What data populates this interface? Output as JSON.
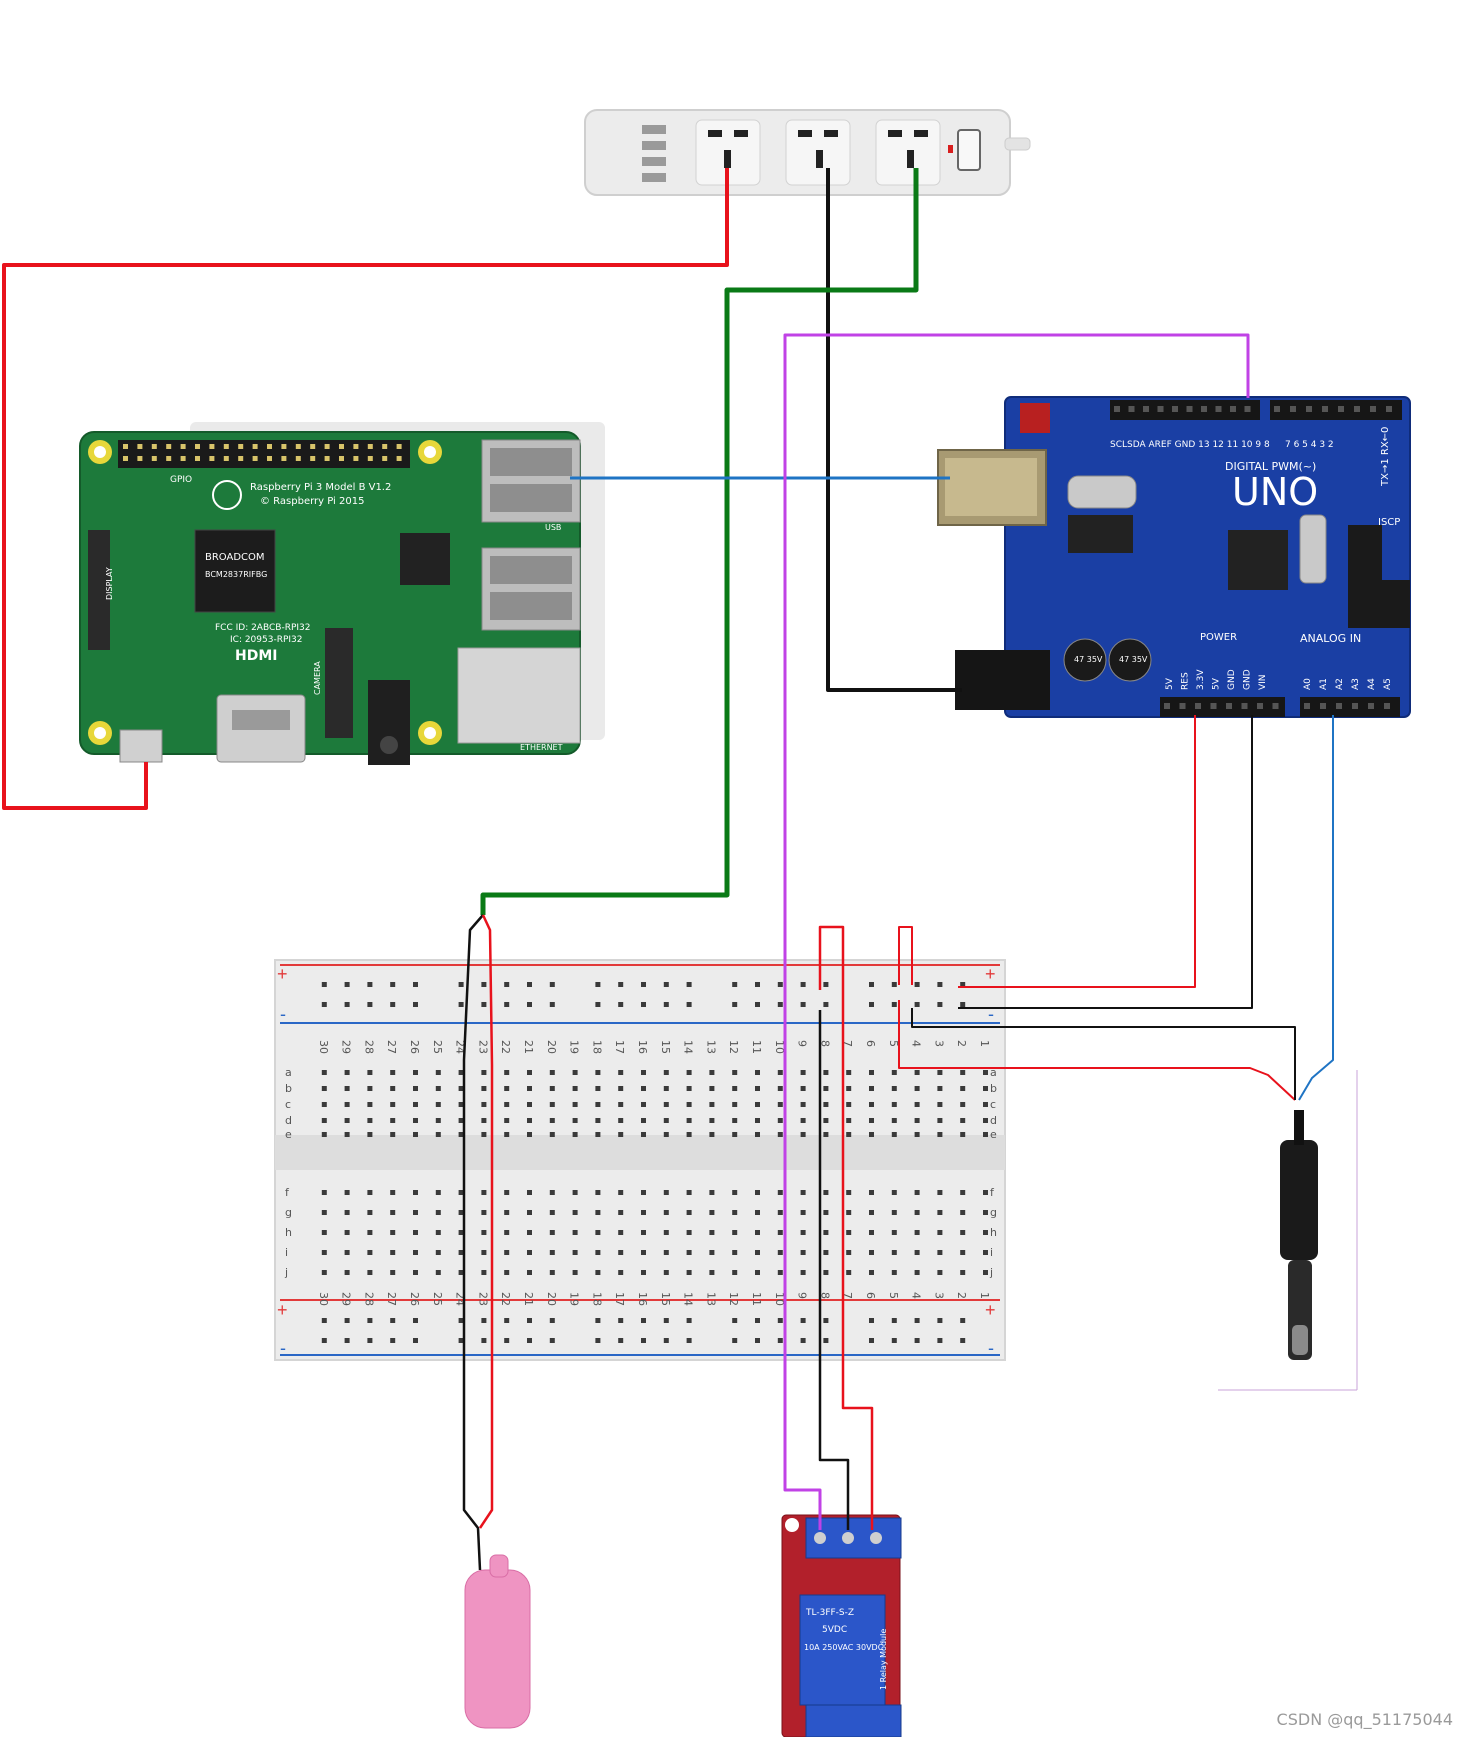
{
  "raspberry_pi": {
    "model_text": "Raspberry Pi 3 Model B V1.2",
    "copyright_text": "© Raspberry Pi 2015",
    "chip_brand": "BROADCOM",
    "chip_code": "BCM2837RIFBG",
    "hdmi_label": "HDMI",
    "gpio_label": "GPIO",
    "fcc_text": "FCC ID: 2ABCB-RPI32",
    "ic_text": "IC: 20953-RPI32",
    "usb_label": "USB",
    "ethernet_label": "ETHERNET",
    "display_label": "DISPLAY",
    "camera_label": "CAMERA"
  },
  "arduino": {
    "brand_text": "UNO",
    "digital_label": "DIGITAL PWM(~)",
    "analog_label": "ANALOG IN",
    "power_label": "POWER",
    "tx_rx_label": "TX→1 RX←0",
    "iscp_label": "ISCP",
    "power_pins": [
      "5V",
      "RES",
      "3.3V",
      "5V",
      "GND",
      "GND",
      "VIN"
    ],
    "analog_pins": [
      "A0",
      "A1",
      "A2",
      "A3",
      "A4",
      "A5"
    ],
    "top_label_left": "SCLSDA AREF GND 13 12 11 10 9 8",
    "top_label_right": "7 6 5 4 3 2",
    "cap_text": "47 35V"
  },
  "breadboard": {
    "columns_top": [
      "30",
      "29",
      "28",
      "27",
      "26",
      "25",
      "24",
      "23",
      "22",
      "21",
      "20",
      "19",
      "18",
      "17",
      "16",
      "15",
      "14",
      "13",
      "12",
      "11",
      "10",
      "9",
      "8",
      "7",
      "6",
      "5",
      "4",
      "3",
      "2",
      "1"
    ],
    "rows_upper": [
      "a",
      "b",
      "c",
      "d",
      "e"
    ],
    "rows_lower": [
      "f",
      "g",
      "h",
      "i",
      "j"
    ],
    "plus_sign": "+",
    "minus_sign": "-"
  },
  "relay": {
    "model_text": "TL-3FF-S-Z",
    "rating_text": "10A 250VAC 30VDC",
    "voltage_text": "5VDC",
    "side_text": "1 Relay Module"
  },
  "watermark": "CSDN @qq_51175044",
  "colors": {
    "wire_red": "#e8121c",
    "wire_black": "#111111",
    "wire_green": "#0a7a16",
    "wire_purple": "#c042e6",
    "wire_blue": "#1f74c4",
    "rpi_board": "#1d7a3b",
    "arduino_board": "#1a3fa4",
    "relay_board": "#b2202b"
  }
}
